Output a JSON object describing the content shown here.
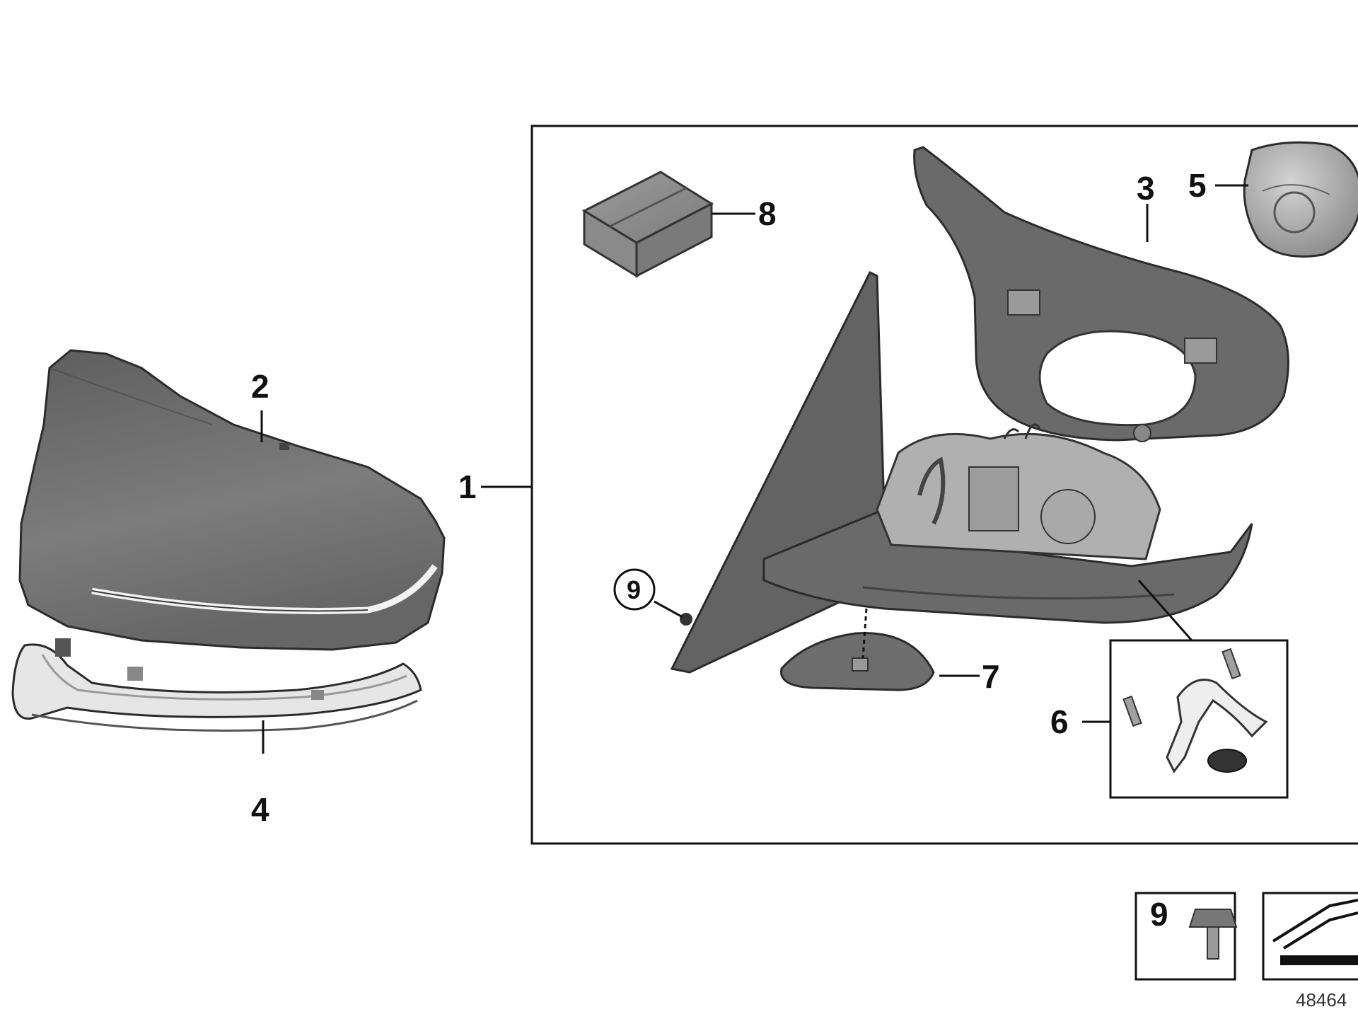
{
  "callouts": {
    "c1": "1",
    "c2": "2",
    "c3": "3",
    "c4": "4",
    "c5": "5",
    "c6": "6",
    "c7": "7",
    "c8": "8",
    "c9": "9",
    "c9_legend": "9"
  },
  "document_number": "48464",
  "colors": {
    "part_fill": "#6e6e6e",
    "part_dark": "#505050",
    "part_light": "#a8a8a8",
    "line": "#111111",
    "background": "#ffffff"
  }
}
